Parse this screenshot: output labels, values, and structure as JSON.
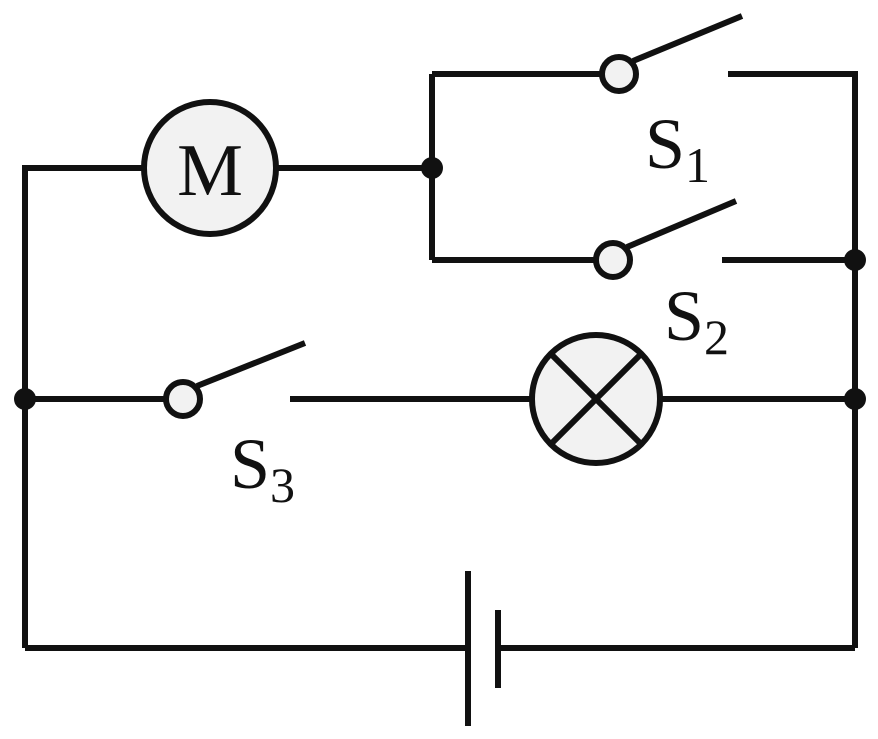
{
  "diagram": {
    "components": {
      "motor": {
        "symbol": "M"
      },
      "switch_1": {
        "letter": "S",
        "subscript": "1"
      },
      "switch_2": {
        "letter": "S",
        "subscript": "2"
      },
      "switch_3": {
        "letter": "S",
        "subscript": "3"
      },
      "lamp": {
        "symbol": "crossed-circle-icon"
      },
      "battery": {
        "symbol": "battery-cell-icon"
      }
    },
    "colors": {
      "line": "#111111",
      "component_fill": "#f2f2f2",
      "background": "#ffffff"
    }
  }
}
